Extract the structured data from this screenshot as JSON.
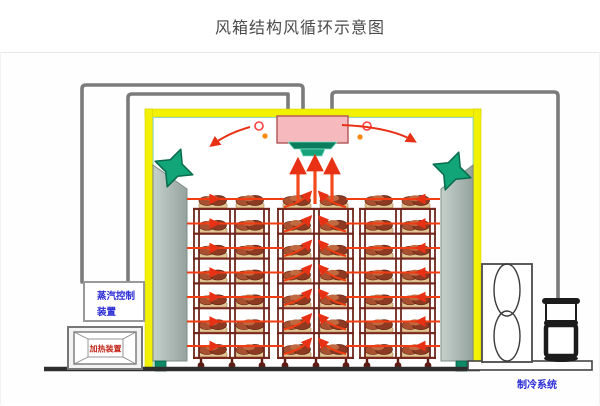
{
  "title": "风箱结构风循环示意图",
  "labels": {
    "steam_control_line1": "蒸汽控制",
    "steam_control_line2": "装置",
    "heater": "加热装置",
    "cooling": "制冷系统"
  },
  "colors": {
    "insulation_yellow": "#f2f104",
    "fan_green": "#12a578",
    "duct_gray": "#a3b0ab",
    "heater_pink": "#f6b9bd",
    "airflow_red": "#f23d12",
    "rack_maroon": "#6d261c",
    "label_blue": "#2b2bd6",
    "label_red": "#c2271a",
    "pipe_gray": "#7b7b7b"
  }
}
